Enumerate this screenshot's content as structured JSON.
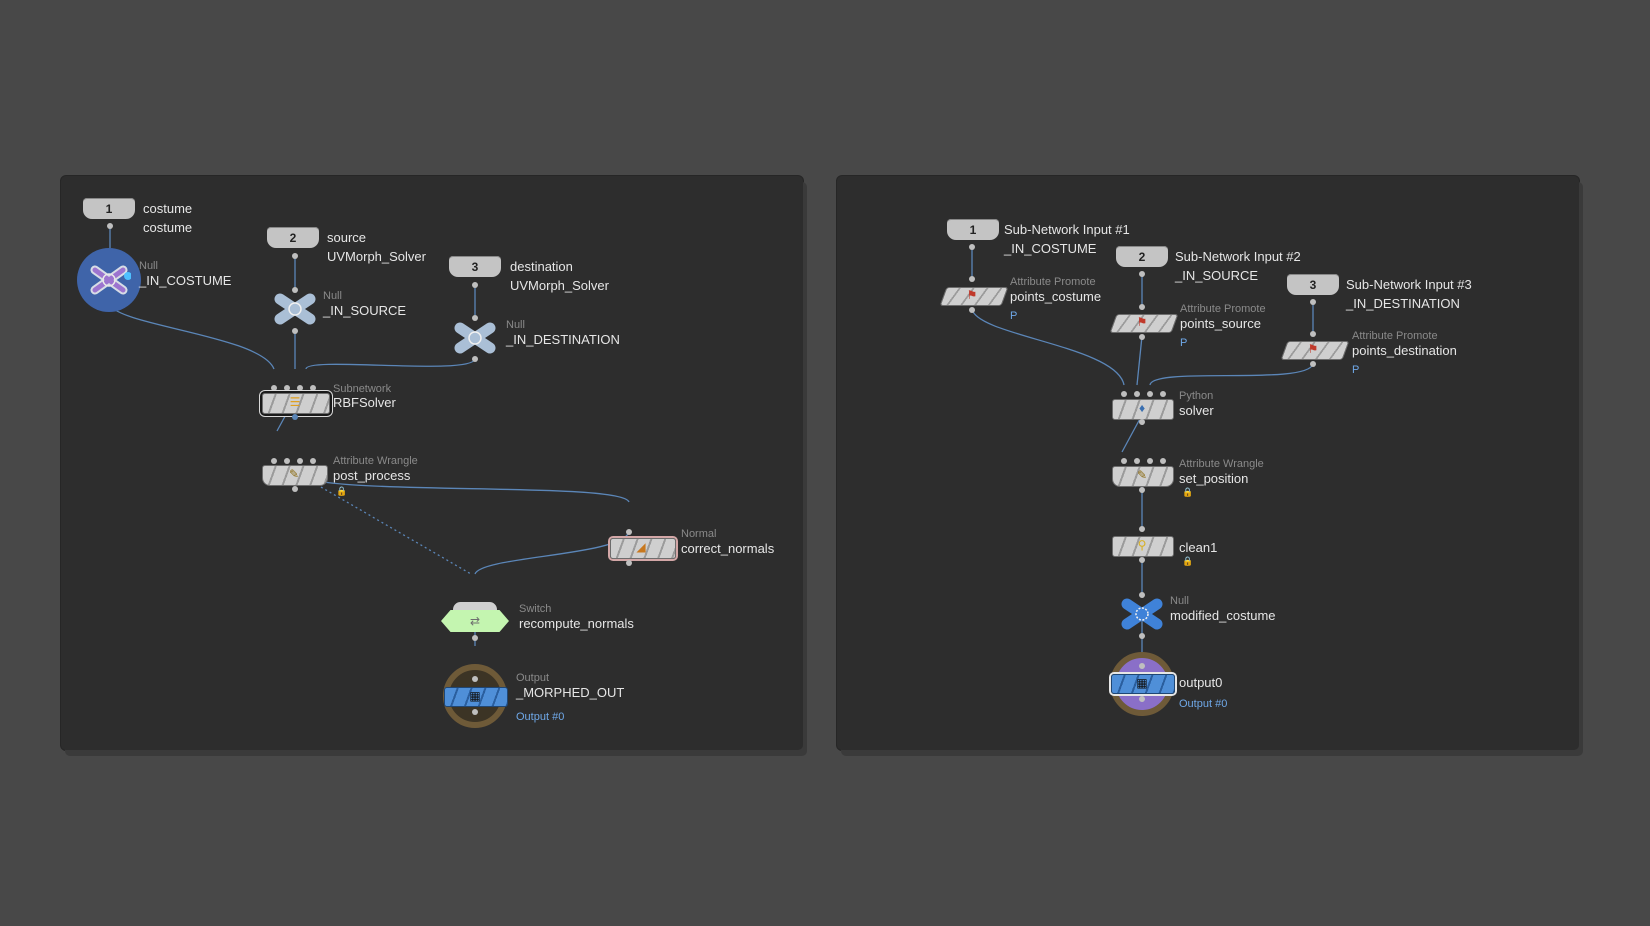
{
  "left_network": {
    "input1": {
      "number": "1",
      "name": "costume",
      "sub": "costume"
    },
    "input2": {
      "number": "2",
      "name": "source",
      "sub": "UVMorph_Solver"
    },
    "input3": {
      "number": "3",
      "name": "destination",
      "sub": "UVMorph_Solver"
    },
    "null_costume": {
      "type": "Null",
      "name": "_IN_COSTUME"
    },
    "null_source": {
      "type": "Null",
      "name": "_IN_SOURCE"
    },
    "null_destination": {
      "type": "Null",
      "name": "_IN_DESTINATION"
    },
    "subnet": {
      "type": "Subnetwork",
      "name": "RBFSolver"
    },
    "wrangle": {
      "type": "Attribute Wrangle",
      "name": "post_process"
    },
    "normal": {
      "type": "Normal",
      "name": "correct_normals"
    },
    "switch": {
      "type": "Switch",
      "name": "recompute_normals"
    },
    "output": {
      "type": "Output",
      "name": "_MORPHED_OUT",
      "flag": "Output #0"
    }
  },
  "right_network": {
    "input1": {
      "number": "1",
      "name": "Sub-Network Input #1",
      "sub": "_IN_COSTUME"
    },
    "input2": {
      "number": "2",
      "name": "Sub-Network Input #2",
      "sub": "_IN_SOURCE"
    },
    "input3": {
      "number": "3",
      "name": "Sub-Network Input #3",
      "sub": "_IN_DESTINATION"
    },
    "promote_costume": {
      "type": "Attribute Promote",
      "name": "points_costume",
      "flag": "P"
    },
    "promote_source": {
      "type": "Attribute Promote",
      "name": "points_source",
      "flag": "P"
    },
    "promote_destination": {
      "type": "Attribute Promote",
      "name": "points_destination",
      "flag": "P"
    },
    "python": {
      "type": "Python",
      "name": "solver"
    },
    "wrangle": {
      "type": "Attribute Wrangle",
      "name": "set_position"
    },
    "clean": {
      "type": "",
      "name": "clean1"
    },
    "null": {
      "type": "Null",
      "name": "modified_costume"
    },
    "output": {
      "type": "",
      "name": "output0",
      "flag": "Output #0"
    }
  },
  "icons": {
    "lock": "lock-icon",
    "python": "python-icon",
    "wrangle": "wrangle-icon",
    "null": "null-cross-icon"
  },
  "colors": {
    "background": "#484848",
    "panel": "#2d2d2d",
    "wire": "#5b86b8",
    "switch": "#c4f5b0",
    "output_blue": "#4f8fd8"
  }
}
